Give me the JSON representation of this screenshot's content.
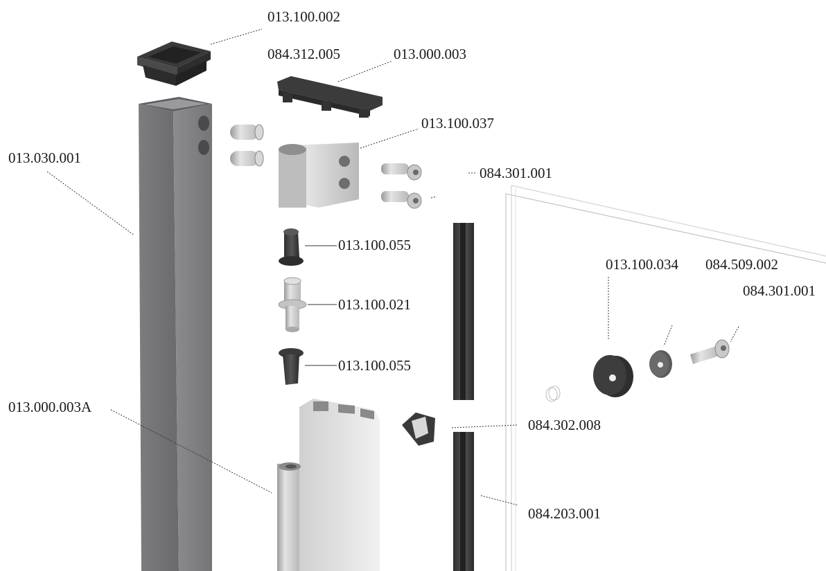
{
  "labels": {
    "end_cap": "013.100.002",
    "top_screw": "084.312.005",
    "top_rail": "013.000.003",
    "hinge_block": "013.100.037",
    "post": "013.030.001",
    "screw_a": "084.301.001",
    "bushing_top": "013.100.055",
    "pin": "013.100.021",
    "bushing_bottom": "013.100.055",
    "spacer_disc": "013.100.034",
    "washer": "084.509.002",
    "screw_b": "084.301.001",
    "profile": "013.000.003A",
    "clip": "084.302.008",
    "seal_strip": "084.203.001"
  }
}
